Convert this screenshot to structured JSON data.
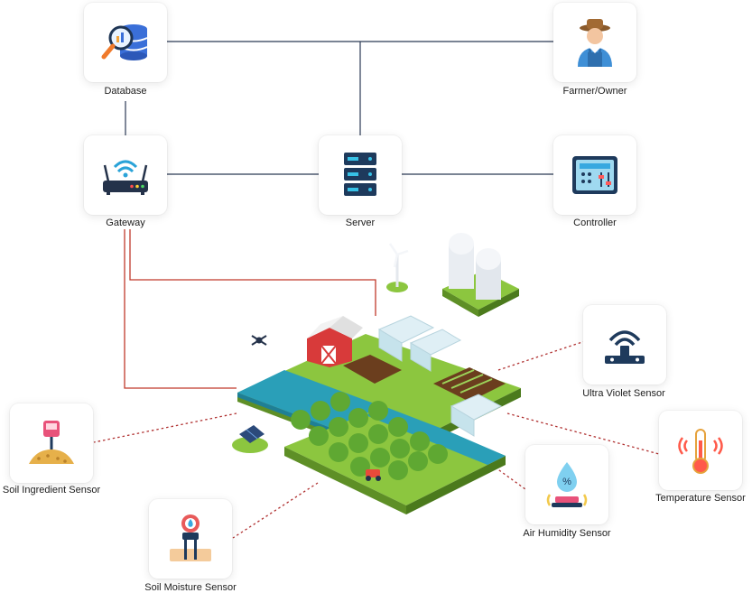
{
  "nodes": {
    "database": {
      "label": "Database",
      "icon": "database-icon"
    },
    "farmer": {
      "label": "Farmer/Owner",
      "icon": "farmer-icon"
    },
    "gateway": {
      "label": "Gateway",
      "icon": "router-icon"
    },
    "server": {
      "label": "Server",
      "icon": "server-icon"
    },
    "controller": {
      "label": "Controller",
      "icon": "control-panel-icon"
    },
    "uv_sensor": {
      "label": "Ultra Violet Sensor",
      "icon": "uv-sensor-icon"
    },
    "temperature_sensor": {
      "label": "Temperature Sensor",
      "icon": "thermometer-icon"
    },
    "air_humidity_sensor": {
      "label": "Air Humidity Sensor",
      "icon": "humidity-icon"
    },
    "soil_ingredient_sensor": {
      "label": "Soil Ingredient Sensor",
      "icon": "soil-ph-meter-icon"
    },
    "soil_moisture_sensor": {
      "label": "Soil Moisture Sensor",
      "icon": "soil-probe-icon"
    }
  },
  "illustration": {
    "icon": "smart-farm-illustration"
  },
  "colors": {
    "network_line": "#2b3a55",
    "gateway_link": "#c0392b",
    "sensor_link": "#b03030",
    "grass": "#8cc63f",
    "water": "#2a9fb8"
  }
}
